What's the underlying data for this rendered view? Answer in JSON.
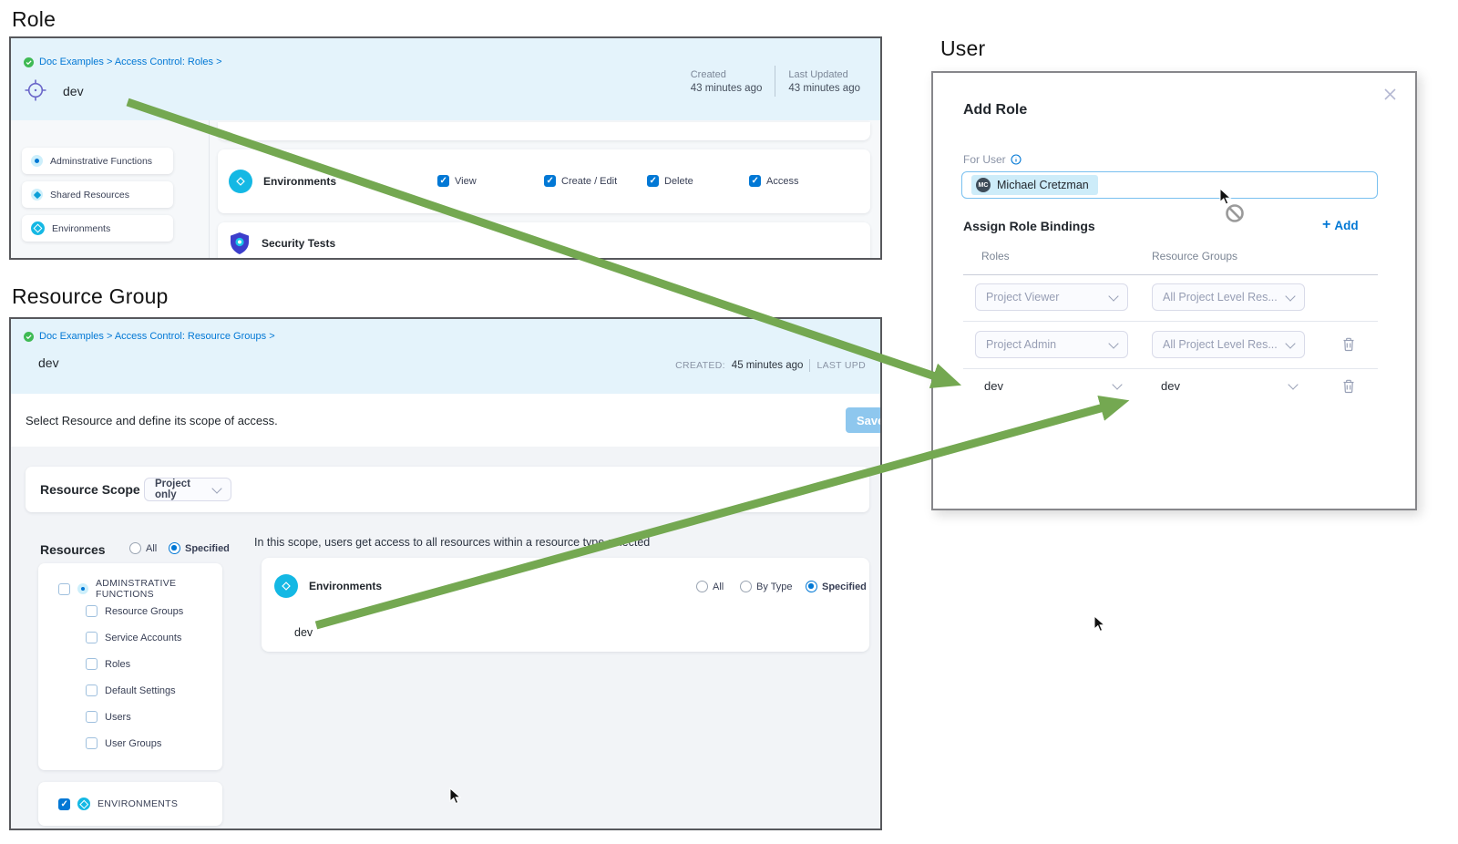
{
  "colors": {
    "accent": "#0278d5",
    "arrow_green": "#74a851",
    "panel_header_bg": "#e4f3fb",
    "checkbox_blue": "#0278d5",
    "env_cyan": "#14b8e4",
    "shield_indigo": "#3c3ecb"
  },
  "icons": {
    "breadcrumb_status": "check-circle-icon",
    "role_title": "target-crosshair-icon",
    "environments": "environment-icon",
    "security_tests": "shield-icon",
    "close": "close-icon",
    "info": "info-icon",
    "add": "plus-icon",
    "delete_row": "trash-icon",
    "dropdown": "chevron-down-icon",
    "pointer": "cursor-arrow-icon",
    "drag_blocked": "not-allowed-cursor-icon"
  },
  "role": {
    "heading": "Role",
    "breadcrumb": "Doc Examples > Access Control: Roles >",
    "title": "dev",
    "created_label": "Created",
    "created_value": "43 minutes ago",
    "updated_label": "Last Updated",
    "updated_value": "43 minutes ago",
    "sidebar": [
      "Adminstrative Functions",
      "Shared Resources",
      "Environments"
    ],
    "permissions_row": {
      "resource": "Environments",
      "items": [
        "View",
        "Create / Edit",
        "Delete",
        "Access"
      ]
    },
    "second_row": "Security Tests"
  },
  "resource_group": {
    "heading": "Resource Group",
    "breadcrumb": "Doc Examples > Access Control: Resource Groups >",
    "title": "dev",
    "created_label": "CREATED:",
    "created_value": "45 minutes ago",
    "updated_label": "LAST UPD",
    "subtitle": "Select Resource and define its scope of access.",
    "save_label": "Save",
    "scope_label": "Resource Scope",
    "scope_value": "Project only",
    "resources_label": "Resources",
    "radio_all": "All",
    "radio_specified": "Specified",
    "tree_parent": "ADMINSTRATIVE FUNCTIONS",
    "tree_children": [
      "Resource Groups",
      "Service Accounts",
      "Roles",
      "Default Settings",
      "Users",
      "User Groups"
    ],
    "env_group": "ENVIRONMENTS",
    "scope_note": "In this scope, users get access to all resources within a resource type selected",
    "env_card": {
      "label": "Environments",
      "radio_all": "All",
      "radio_by_type": "By Type",
      "radio_specified": "Specified",
      "value": "dev"
    }
  },
  "user": {
    "heading": "User",
    "dialog_title": "Add Role",
    "for_user_label": "For User",
    "chip": {
      "initials": "MC",
      "name": "Michael Cretzman"
    },
    "assign_label": "Assign Role Bindings",
    "add_label": "Add",
    "col_roles": "Roles",
    "col_resource_groups": "Resource Groups",
    "rows": [
      {
        "role": "Project Viewer",
        "resource_group": "All Project Level Res..."
      },
      {
        "role": "Project Admin",
        "resource_group": "All Project Level Res..."
      },
      {
        "role": "dev",
        "resource_group": "dev"
      }
    ]
  }
}
